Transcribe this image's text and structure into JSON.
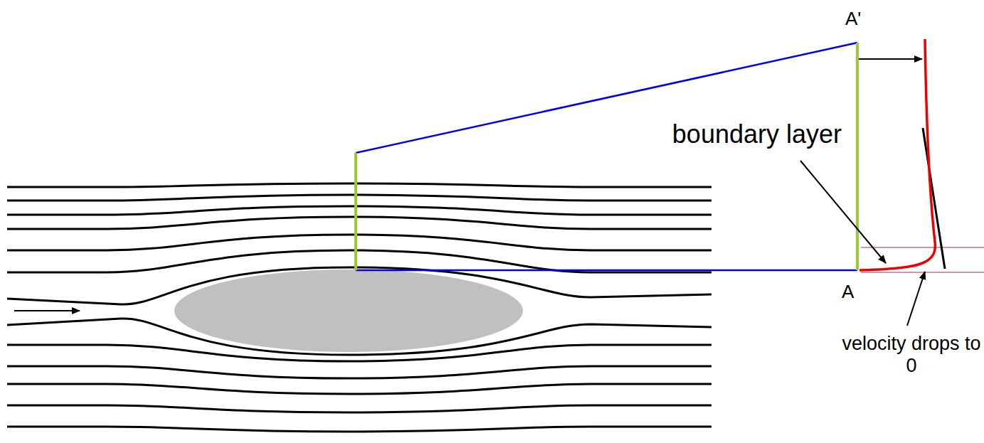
{
  "diagram": {
    "labels": [
      "A'",
      "boundary layer",
      "A",
      "velocity drops to 0"
    ]
  }
}
